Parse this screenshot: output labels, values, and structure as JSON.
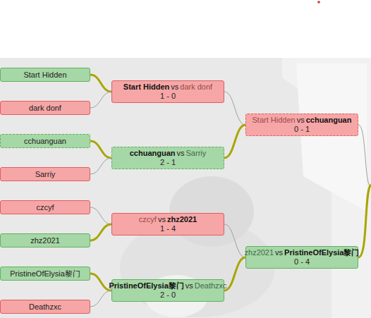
{
  "diagram": {
    "nodes": [
      {
        "text": [
          "Start Hidden"
        ]
      },
      {
        "text": [
          "dark donf"
        ]
      },
      {
        "text": [
          "cchuanguan"
        ]
      },
      {
        "text": [
          "Sarriy"
        ]
      },
      {
        "text": [
          "czcyf"
        ]
      },
      {
        "text": [
          "zhz2021"
        ]
      },
      {
        "text": [
          "PristineOfElysia黎门"
        ]
      },
      {
        "text": [
          "Deathzxc"
        ]
      },
      {
        "text": [
          "Start Hidden",
          "vs",
          "dark donf",
          "1 - 0"
        ]
      },
      {
        "text": [
          "cchuanguan",
          "vs",
          "Sarriy",
          "2 - 1"
        ]
      },
      {
        "text": [
          "czcyf",
          "vs",
          "zhz2021",
          "1 - 4"
        ]
      },
      {
        "text": [
          "PristineOfElysia黎门",
          "vs",
          "Deathzxc",
          "2 - 0"
        ]
      },
      {
        "text": [
          "Start Hidden",
          "vs",
          "cchuanguan",
          "0 - 1"
        ]
      },
      {
        "text": [
          "zhz2021",
          "vs",
          "PristineOfElysia黎门",
          "0 - 4"
        ]
      }
    ],
    "edges": [
      {
        "from": 0,
        "to": 8,
        "arrow": "none"
      },
      {
        "from": 1,
        "to": 8,
        "arrow": "none"
      },
      {
        "from": 2,
        "to": 9,
        "arrow": "none"
      },
      {
        "from": 3,
        "to": 9,
        "arrow": "none"
      },
      {
        "from": 4,
        "to": 10,
        "arrow": "none"
      },
      {
        "from": 5,
        "to": 10,
        "arrow": "none"
      },
      {
        "from": 6,
        "to": 11,
        "arrow": "none"
      },
      {
        "from": 7,
        "to": 11,
        "arrow": "none"
      },
      {
        "from": 8,
        "to": 12,
        "arrow": "none"
      },
      {
        "from": 9,
        "to": 12,
        "arrow": "none"
      },
      {
        "from": 10,
        "to": 13,
        "arrow": "none"
      },
      {
        "from": 11,
        "to": 13,
        "arrow": "none"
      }
    ]
  }
}
